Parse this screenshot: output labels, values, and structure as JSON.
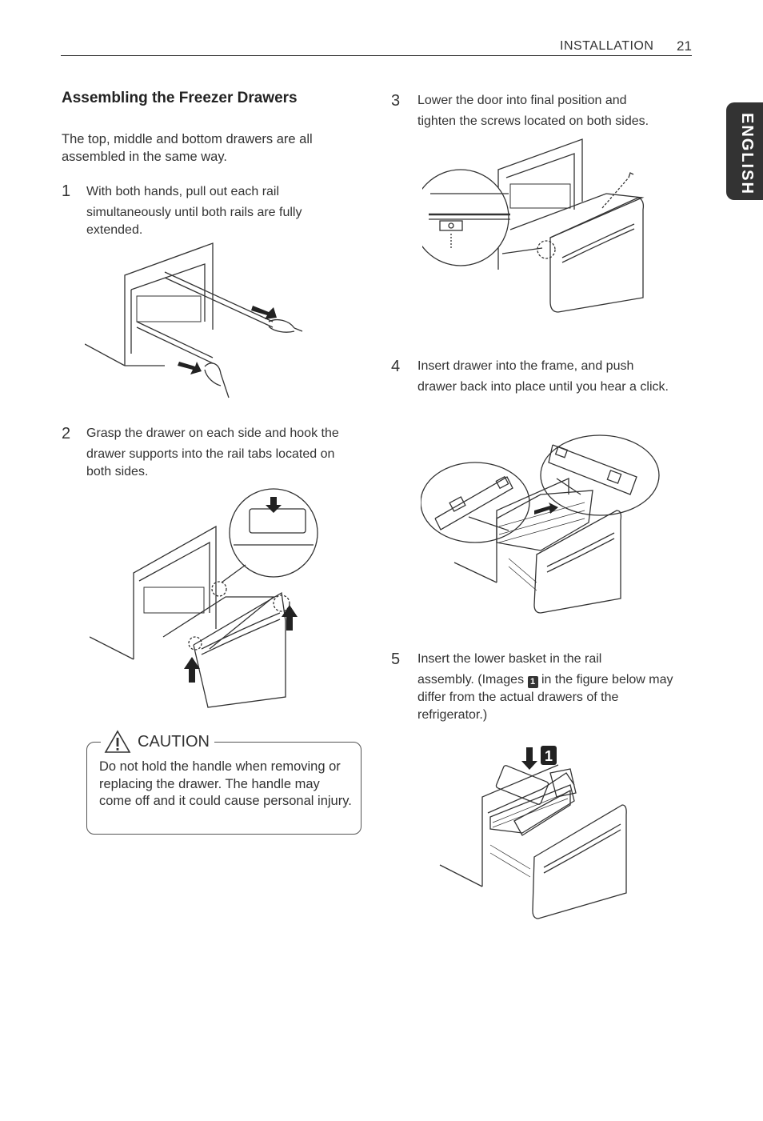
{
  "header": {
    "section": "INSTALLATION",
    "page_number": "21"
  },
  "language_tab": "ENGLISH",
  "title": "Assembling the Freezer Drawers",
  "intro": "The top, middle and bottom drawers are all assembled in the same way.",
  "steps": [
    {
      "number": "1",
      "line1": "With both hands, pull out each rail",
      "rest": "simultaneously until both rails are fully extended."
    },
    {
      "number": "2",
      "line1": "Grasp the drawer on each side and hook the",
      "rest": "drawer supports into the rail tabs located on both sides."
    },
    {
      "number": "3",
      "line1": "Lower the door into final position and",
      "rest": "tighten the screws located on both sides."
    },
    {
      "number": "4",
      "line1": "Insert drawer into the frame, and push",
      "rest": "drawer back into place until you hear a click."
    },
    {
      "number": "5",
      "line1": "Insert the lower basket in the rail",
      "rest_a": "assembly. (Images",
      "badge": "1",
      "rest_b": "in the figure below may differ from the actual drawers of the refrigerator.)"
    }
  ],
  "caution": {
    "label": "CAUTION",
    "text": "Do not hold the handle when removing or replacing the drawer. The handle may come off and it could cause personal injury."
  },
  "figure5_callout": "1"
}
